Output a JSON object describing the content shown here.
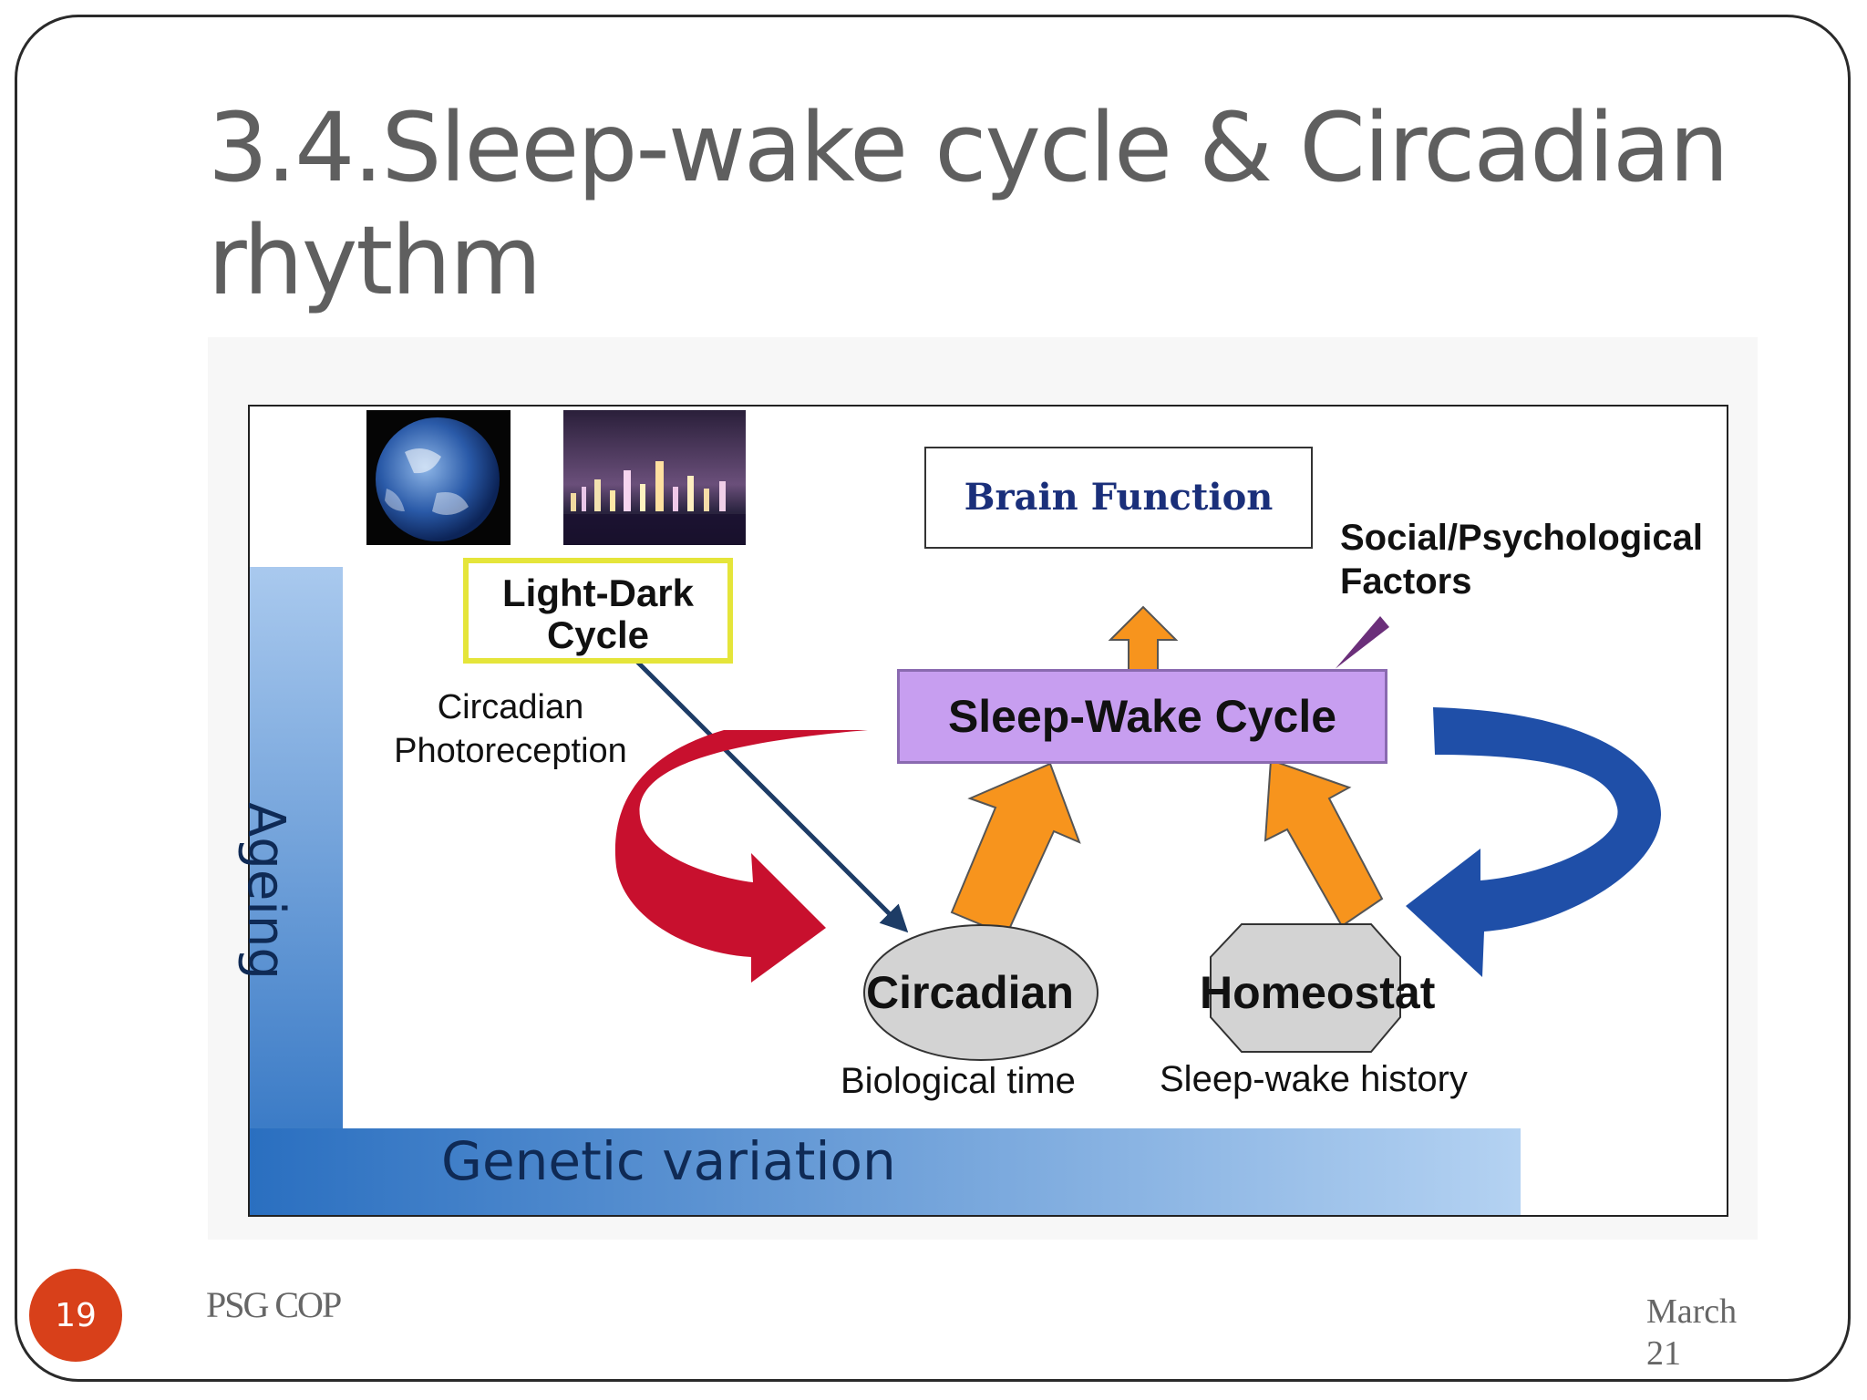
{
  "slide": {
    "title": "3.4.Sleep-wake cycle & Circadian rhythm",
    "page_number": "19",
    "footer_left": "PSG COP",
    "footer_right_line1": "March",
    "footer_right_line2": "21"
  },
  "diagram": {
    "light_dark_line1": "Light-Dark",
    "light_dark_line2": "Cycle",
    "photoreception_line1": "Circadian",
    "photoreception_line2": "Photoreception",
    "brain_function": "Brain Function",
    "social_line1": "Social/Psychological",
    "social_line2": "Factors",
    "sleep_wake_cycle": "Sleep-Wake Cycle",
    "circadian": "Circadian",
    "circadian_sub": "Biological time",
    "homeostat": "Homeostat",
    "homeostat_sub": "Sleep-wake history",
    "ageing": "Ageing",
    "genetic_variation": "Genetic variation",
    "colors": {
      "red_arrow": "#c8102e",
      "blue_arrow": "#1f4fa8",
      "orange_arrow": "#f7941d",
      "purple_box": "#c79ef0",
      "yellow_border": "#e5e53a",
      "node_fill": "#d3d3d3"
    },
    "images": [
      "earth-photo",
      "city-night-skyline-photo"
    ]
  }
}
